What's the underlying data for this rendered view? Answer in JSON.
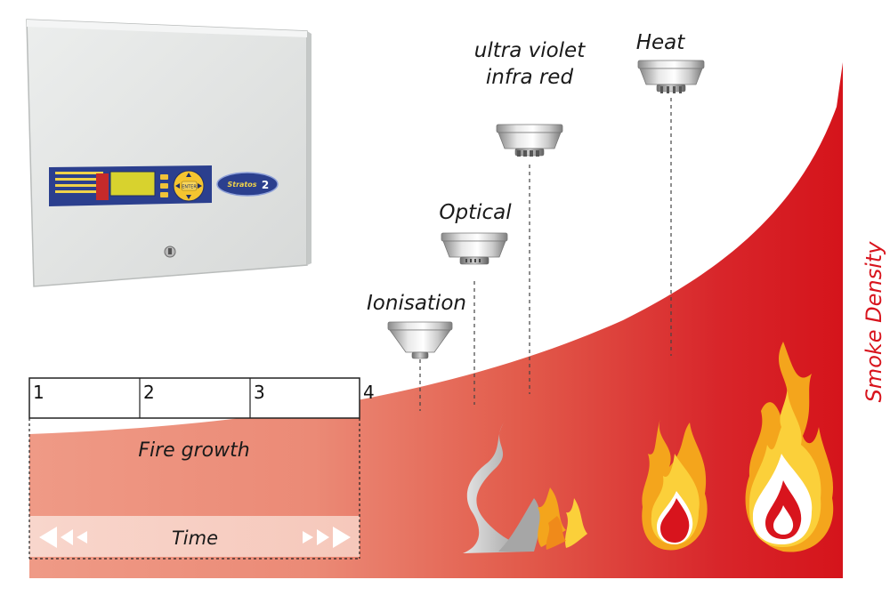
{
  "detector_labels": {
    "ionisation": "Ionisation",
    "optical": "Optical",
    "uv_ir_line1": "ultra violet",
    "uv_ir_line2": "infra red",
    "heat": "Heat"
  },
  "stage_numbers": [
    "1",
    "2",
    "3",
    "4"
  ],
  "fire_growth_label": "Fire growth",
  "time_label": "Time",
  "smoke_density_label": "Smoke Density",
  "panel": {
    "brand_badge": "Stratos",
    "brand_badge_number": "2",
    "centre_button": "ENTER"
  },
  "colors": {
    "fire_red": "#d8141d",
    "fire_light": "#ec9580",
    "flame_orange": "#f4a51c",
    "flame_yellow": "#fbd03a",
    "panel_body": "#e4e6e5",
    "panel_display": "#d8d22e",
    "panel_strip": "#2b3f8e",
    "smoke_grey": "#c8c8c8"
  }
}
